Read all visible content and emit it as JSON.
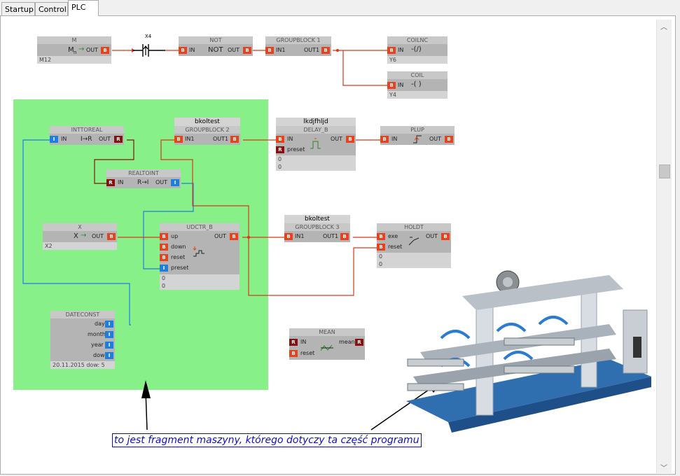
{
  "tabs": [
    {
      "label": "Startup"
    },
    {
      "label": "Control"
    },
    {
      "label": "PLC"
    }
  ],
  "blocks": {
    "m": {
      "title": "M",
      "sym": "M",
      "sub": "n",
      "out": "OUT",
      "foot": "M12"
    },
    "contact": {
      "label": "X4"
    },
    "not": {
      "title": "NOT",
      "in": "IN",
      "sym": "NOT",
      "out": "OUT"
    },
    "gb1": {
      "title": "GROUPBLOCK 1",
      "in": "IN1",
      "out": "OUT1"
    },
    "coilnc": {
      "title": "COILNC",
      "in": "IN",
      "foot": "Y6"
    },
    "coil": {
      "title": "COIL",
      "in": "IN",
      "foot": "Y4"
    },
    "inttoreal": {
      "title": "INTTOREAL",
      "in": "IN",
      "sym": "I→R",
      "out": "OUT"
    },
    "gb2": {
      "top": "bkoltest",
      "title": "GROUPBLOCK 2",
      "in": "IN1",
      "out": "OUT1"
    },
    "delay": {
      "top": "lkdjfhljd",
      "title": "DELAY_B",
      "in": "IN",
      "preset": "preset",
      "out": "OUT",
      "v1": "0",
      "v2": "0"
    },
    "plup": {
      "title": "PLUP",
      "in": "IN",
      "out": "OUT"
    },
    "realtoint": {
      "title": "REALTOINT",
      "in": "IN",
      "sym": "R→I",
      "out": "OUT"
    },
    "x": {
      "title": "X",
      "sym": "X",
      "out": "OUT",
      "foot": "X2"
    },
    "udctr": {
      "title": "UDCTR_B",
      "up": "up",
      "down": "down",
      "reset": "reset",
      "preset": "preset",
      "out": "OUT",
      "v1": "0",
      "v2": "0"
    },
    "gb3": {
      "top": "bkoltest",
      "title": "GROUPBLOCK 3",
      "in": "IN1",
      "out": "OUT1"
    },
    "holdt": {
      "title": "HOLDT",
      "exe": "exe",
      "reset": "reset",
      "out": "OUT",
      "v1": "0",
      "v2": "0"
    },
    "dateconst": {
      "title": "DATECONST",
      "day": "day",
      "month": "month",
      "year": "year",
      "dow": "dow",
      "foot": "20.11.2015 dow: 5"
    },
    "mean": {
      "title": "MEAN",
      "in": "IN",
      "reset": "reset",
      "mean": "mean"
    }
  },
  "pins": {
    "b": "B",
    "i": "I",
    "r": "R"
  },
  "annotation": "to jest fragment maszyny, którego dotyczy ta część programu",
  "colors": {
    "green_area": "#88f088",
    "wire_red": "#d63a1a",
    "wire_blue": "#1d7ee0",
    "wire_dark": "#8a1010",
    "annotation": "#1010c0"
  },
  "icons": [
    "arrow-up-icon",
    "arrow-down-icon",
    "printing-machine-image"
  ]
}
